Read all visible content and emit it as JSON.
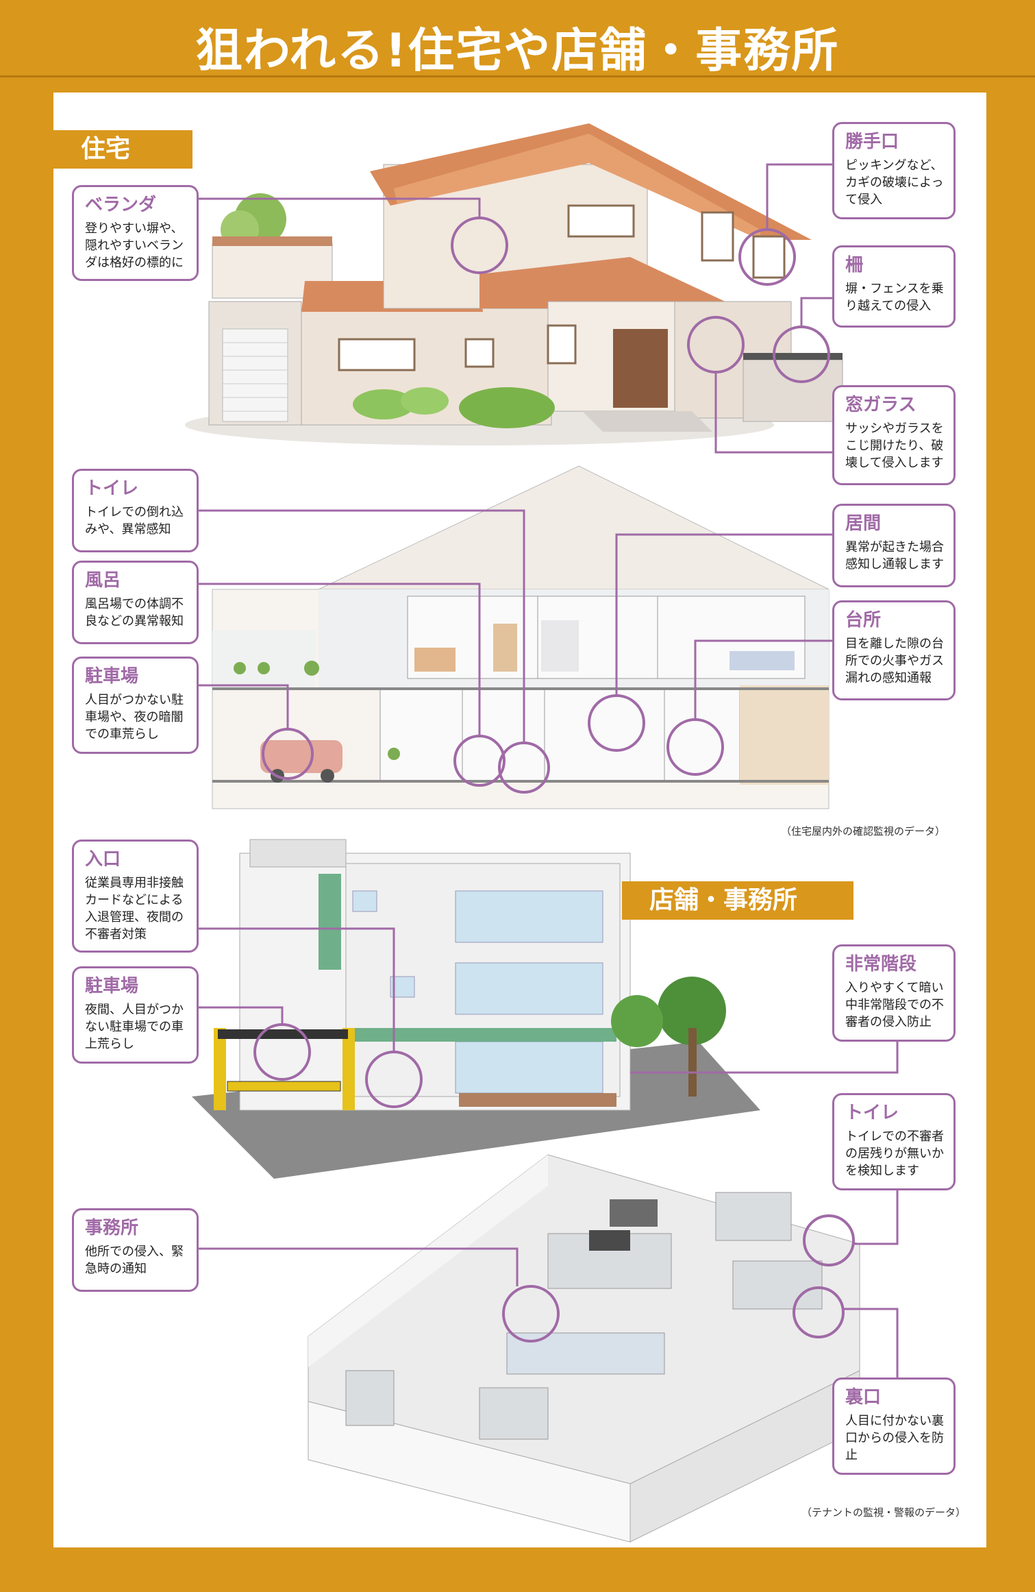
{
  "title": "狙われる!住宅や店舗・事務所",
  "sections": {
    "house": "住宅",
    "shop": "店舗・事務所"
  },
  "house_callouts": [
    {
      "title": "ベランダ",
      "body": "登りやすい塀や、隠れやすいベランダは格好の標的に"
    },
    {
      "title": "勝手口",
      "body": "ピッキングなど、カギの破壊によって侵入"
    },
    {
      "title": "柵",
      "body": "塀・フェンスを乗り越えての侵入"
    },
    {
      "title": "窓ガラス",
      "body": "サッシやガラスをこじ開けたり、破壊して侵入します"
    }
  ],
  "interior_callouts": [
    {
      "title": "トイレ",
      "body": "トイレでの倒れ込みや、異常感知"
    },
    {
      "title": "風呂",
      "body": "風呂場での体調不良などの異常報知"
    },
    {
      "title": "駐車場",
      "body": "人目がつかない駐車場や、夜の暗闇での車荒らし"
    },
    {
      "title": "居間",
      "body": "異常が起きた場合感知し通報します"
    },
    {
      "title": "台所",
      "body": "目を離した隙の台所での火事やガス漏れの感知通報"
    }
  ],
  "note_house": "（住宅屋内外の確認監視のデータ）",
  "shop_callouts": [
    {
      "title": "入口",
      "body": "従業員専用非接触カードなどによる入退管理、夜間の不審者対策"
    },
    {
      "title": "駐車場",
      "body": "夜間、人目がつかない駐車場での車上荒らし"
    },
    {
      "title": "非常階段",
      "body": "入りやすくて暗い中非常階段での不審者の侵入防止"
    },
    {
      "title": "トイレ",
      "body": "トイレでの不審者の居残りが無いかを検知します"
    },
    {
      "title": "事務所",
      "body": "他所での侵入、緊急時の通知"
    },
    {
      "title": "裏口",
      "body": "人目に付かない裏口からの侵入を防止"
    }
  ],
  "note_shop": "（テナントの監視・警報のデータ）",
  "colors": {
    "accent": "#d9971c",
    "callout": "#a06aa6"
  }
}
